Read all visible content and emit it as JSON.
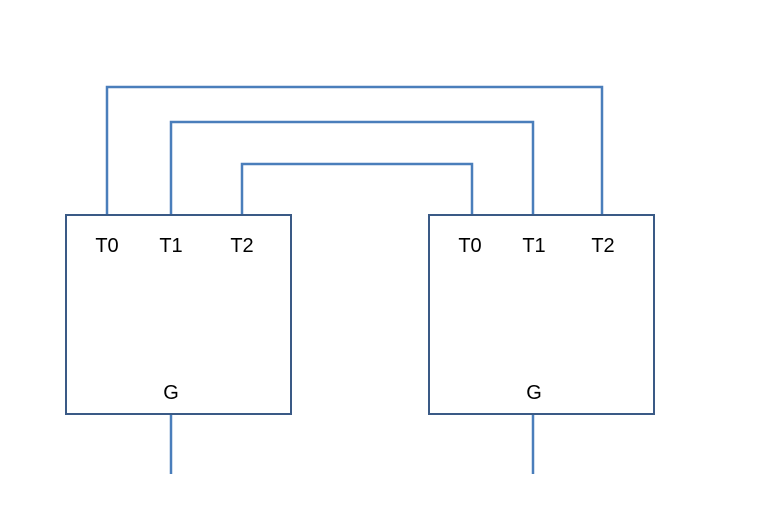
{
  "colors": {
    "box_stroke": "#3a5a86",
    "wire": "#4a7ebb",
    "text": "#000000"
  },
  "left_block": {
    "ports": [
      "T0",
      "T1",
      "T2"
    ],
    "ground": "G"
  },
  "right_block": {
    "ports": [
      "T0",
      "T1",
      "T2"
    ],
    "ground": "G"
  }
}
